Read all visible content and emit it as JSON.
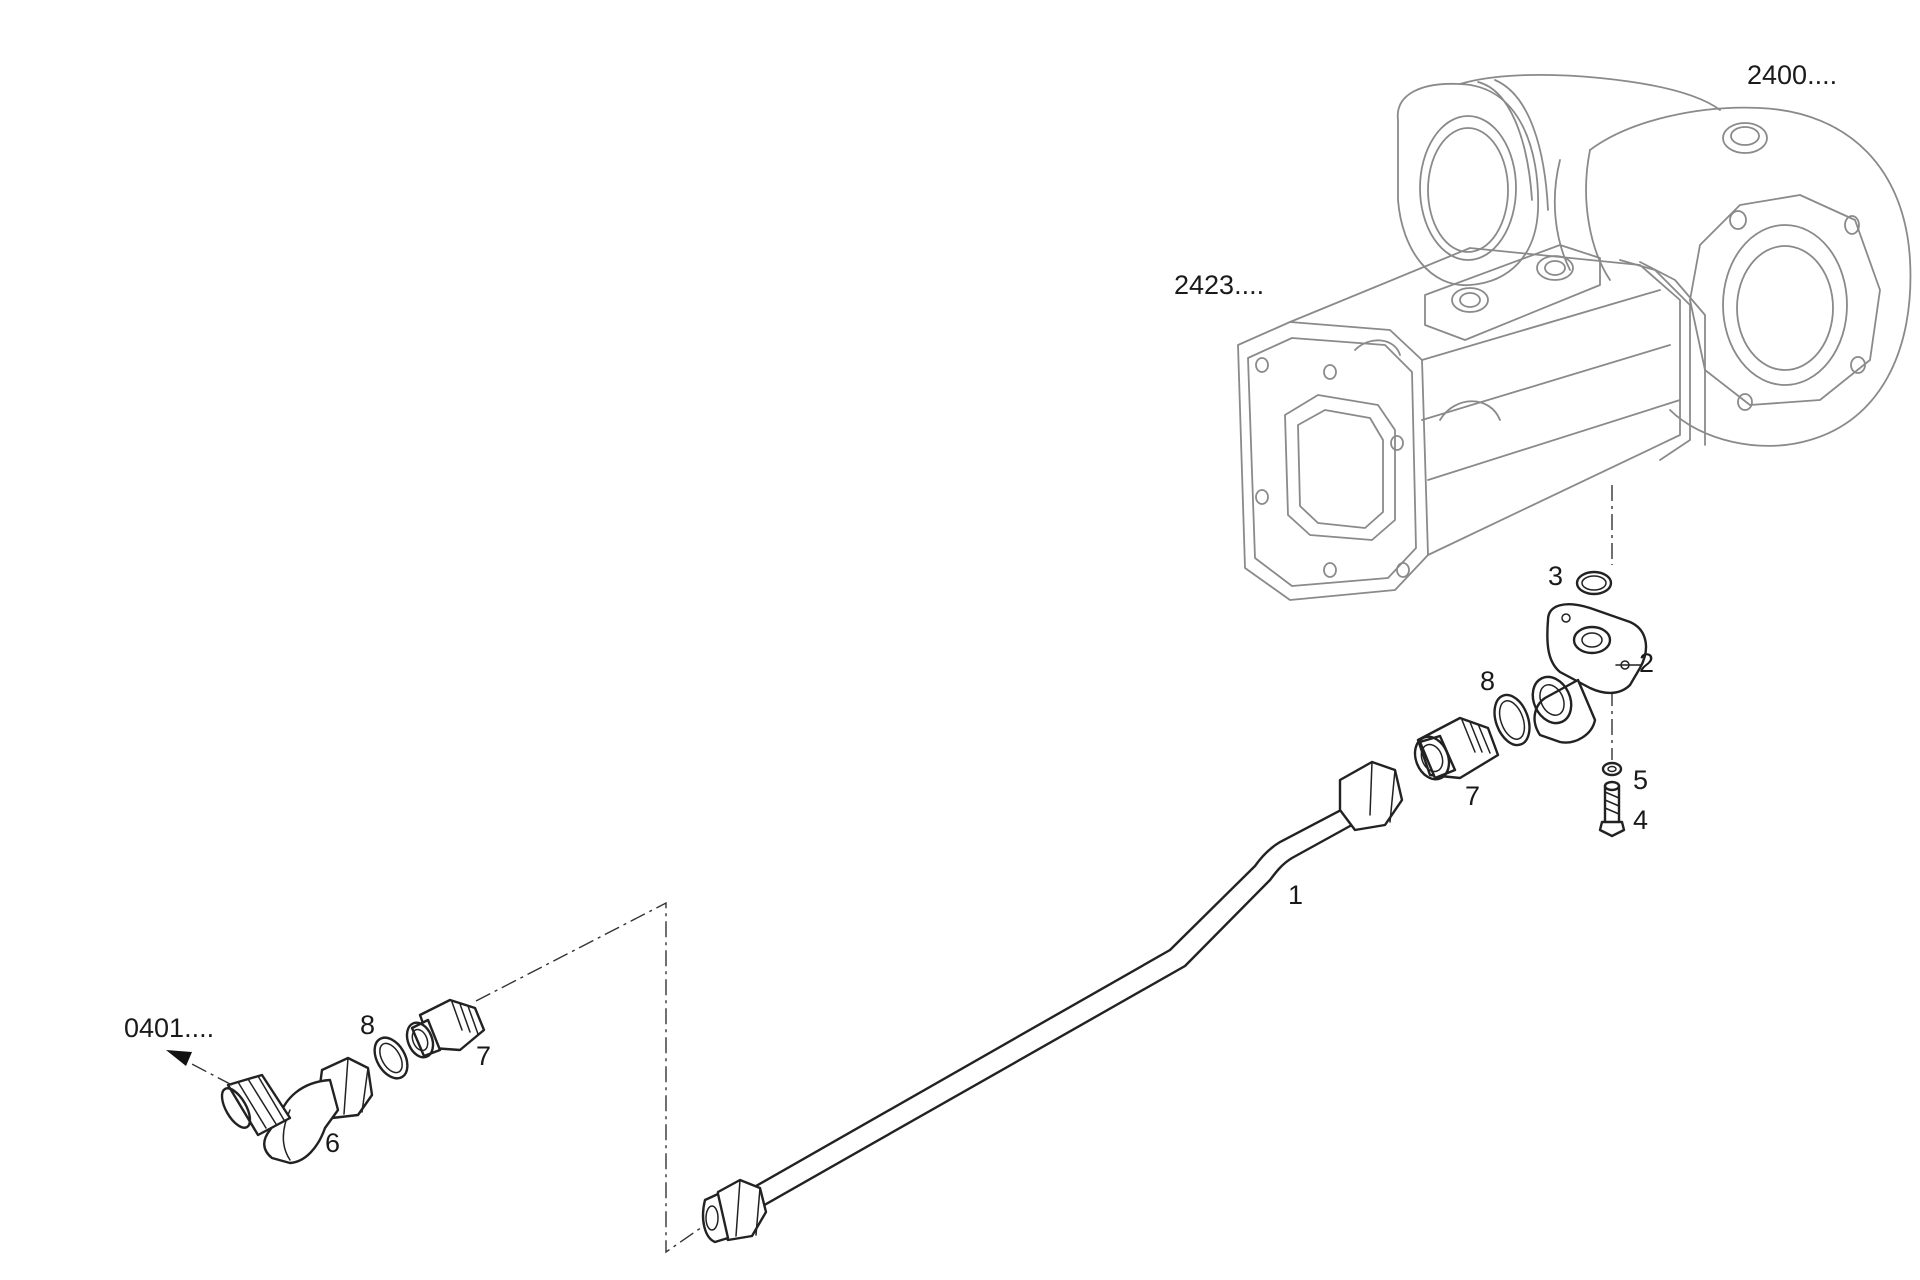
{
  "references": {
    "gear_housing": "2400....",
    "pump_housing": "2423....",
    "connection": "0401...."
  },
  "callouts": {
    "pipe": "1",
    "elbow_flange": "2",
    "o_ring_top": "3",
    "bolt": "4",
    "washer": "5",
    "elbow_fitting": "6",
    "adapter_right": "7",
    "seal_right": "8",
    "adapter_left": "7",
    "seal_left": "8"
  }
}
